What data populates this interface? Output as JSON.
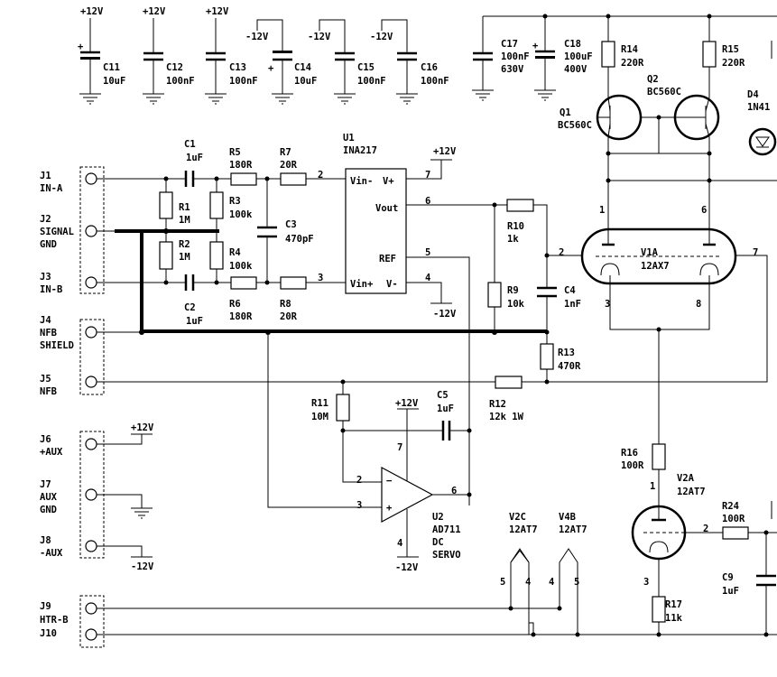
{
  "labels": {
    "c11": [
      "C11",
      "10uF"
    ],
    "c12": [
      "C12",
      "100nF"
    ],
    "c13": [
      "C13",
      "100nF"
    ],
    "c14": [
      "C14",
      "10uF"
    ],
    "c15": [
      "C15",
      "100nF"
    ],
    "c16": [
      "C16",
      "100nF"
    ],
    "c17": [
      "C17",
      "100nF",
      "630V"
    ],
    "c18": [
      "C18",
      "100uF",
      "400V"
    ],
    "r14": [
      "R14",
      "220R"
    ],
    "r15": [
      "R15",
      "220R"
    ],
    "q2": [
      "Q2",
      "BC560C"
    ],
    "q1": [
      "Q1",
      "BC560C"
    ],
    "d4": [
      "D4",
      "1N41"
    ],
    "c1": [
      "C1",
      "1uF"
    ],
    "c2": [
      "C2",
      "1uF"
    ],
    "r5": [
      "R5",
      "180R"
    ],
    "r6": [
      "R6",
      "180R"
    ],
    "r7": [
      "R7",
      "20R"
    ],
    "r8": [
      "R8",
      "20R"
    ],
    "r1": [
      "R1",
      "1M"
    ],
    "r2": [
      "R2",
      "1M"
    ],
    "r3": [
      "R3",
      "100k"
    ],
    "r4": [
      "R4",
      "100k"
    ],
    "c3": [
      "C3",
      "470pF"
    ],
    "u1": [
      "U1",
      "INA217"
    ],
    "r10": [
      "R10",
      "1k"
    ],
    "r9": [
      "R9",
      "10k"
    ],
    "c4": [
      "C4",
      "1nF"
    ],
    "v1a": [
      "V1A",
      "12AX7"
    ],
    "r13": [
      "R13",
      "470R"
    ],
    "r12": [
      "R12",
      "12k 1W"
    ],
    "r11": [
      "R11",
      "10M"
    ],
    "c5": [
      "C5",
      "1uF"
    ],
    "u2": [
      "U2",
      "AD711",
      "DC",
      "SERVO"
    ],
    "r16": [
      "R16",
      "100R"
    ],
    "v2a": [
      "V2A",
      "12AT7"
    ],
    "r24": [
      "R24",
      "100R"
    ],
    "c9": [
      "C9",
      "1uF"
    ],
    "r17": [
      "R17",
      "11k"
    ],
    "v2c": [
      "V2C",
      "12AT7"
    ],
    "v4b": [
      "V4B",
      "12AT7"
    ]
  },
  "connectors": {
    "j1": [
      "J1",
      "IN-A"
    ],
    "j2": [
      "J2",
      "SIGNAL",
      "GND"
    ],
    "j3": [
      "J3",
      "IN-B"
    ],
    "j4": [
      "J4",
      "NFB",
      "SHIELD"
    ],
    "j5": [
      "J5",
      "NFB"
    ],
    "j6": [
      "J6",
      "+AUX"
    ],
    "j7": [
      "J7",
      "AUX",
      "GND"
    ],
    "j8": [
      "J8",
      "-AUX"
    ],
    "j9": [
      "J9",
      "HTR-B"
    ],
    "j10": [
      "J10"
    ]
  },
  "supplies": {
    "p12": "+12V",
    "m12": "-12V"
  },
  "pins": {
    "vin_minus": "Vin-",
    "vin_plus": "Vin+",
    "v_plus": "V+",
    "v_minus": "V-",
    "vout": "Vout",
    "ref": "REF",
    "u1_2": "2",
    "u1_3": "3",
    "u1_7": "7",
    "u1_6": "6",
    "u1_5": "5",
    "u1_4": "4",
    "v1_1": "1",
    "v1_6": "6",
    "v1_2": "2",
    "v1_7": "7",
    "v1_3": "3",
    "v1_8": "8",
    "u2_2": "2",
    "u2_3": "3",
    "u2_6": "6",
    "u2_7": "7",
    "u2_4": "4",
    "v2_1": "1",
    "v2_2": "2",
    "v2_3": "3",
    "h5a": "5",
    "h4a": "4",
    "h4b": "4",
    "h5b": "5",
    "op_minus": "−",
    "op_plus": "+",
    "cap_plus": "+"
  }
}
